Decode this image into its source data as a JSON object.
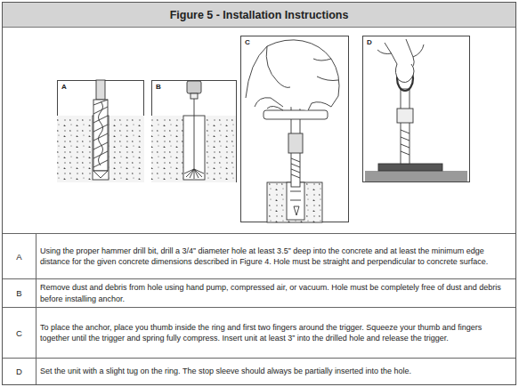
{
  "diagram": {
    "title": "Figure 5 - Installation Instructions",
    "nodes": [
      {
        "text": [
          "A"
        ]
      },
      {
        "text": [
          "B"
        ]
      },
      {
        "text": [
          "C"
        ]
      },
      {
        "text": [
          "D"
        ]
      }
    ],
    "labels": [
      "A",
      "Using the proper hammer drill bit, drill a 3/4” diameter hole at least 3.5” deep into the concrete and at least the minimum edge distance for the given concrete dimensions described in Figure 4. Hole must be straight and perpendicular to concrete surface.",
      "B",
      "Remove dust and debris from hole using hand pump, compressed air, or vacuum. Hole must be completely free of dust and debris before installing anchor.",
      "C",
      "To place the anchor, place you thumb inside the ring and first two fingers around the trigger. Squeeze your thumb and fingers together until the trigger and spring fully compress. Insert unit at least 3” into the drilled hole and release the trigger.",
      "D",
      "Set the unit with a slight tug on the ring. The stop sleeve should always be partially inserted into the hole."
    ]
  }
}
